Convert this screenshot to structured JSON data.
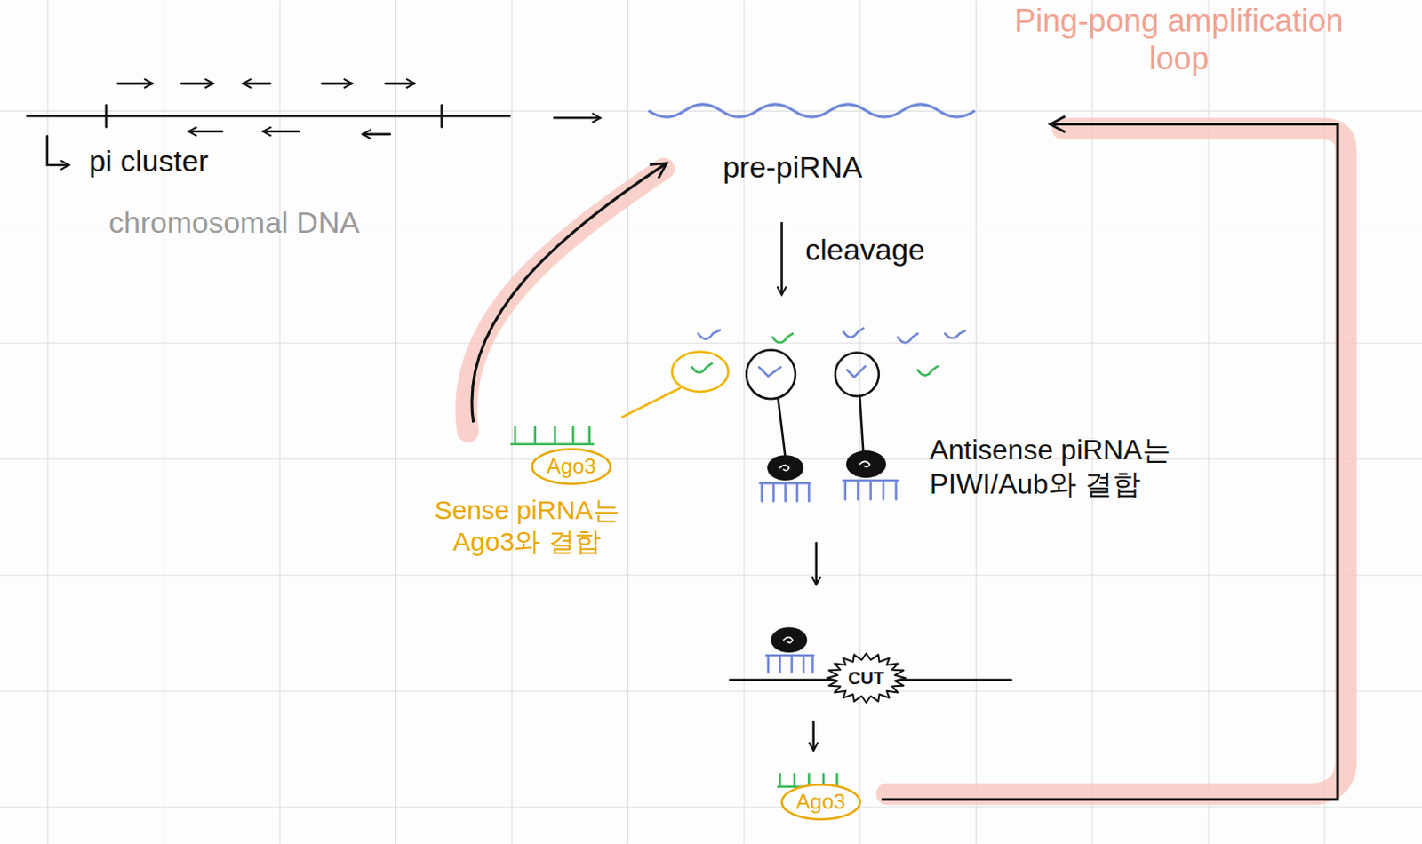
{
  "diagram": {
    "nodes": [
      {
        "text": [
          "Ago3"
        ]
      },
      {
        "text": [
          "CUT"
        ]
      },
      {
        "text": [
          "Ago3"
        ]
      }
    ],
    "labels": [
      "Ping-pong amplification loop",
      "pi cluster",
      "chromosomal DNA",
      "pre-piRNA",
      "cleavage",
      "Sense piRNA는 Ago3와 결합",
      "Antisense piRNA는 PIWI/Aub와 결합"
    ]
  }
}
